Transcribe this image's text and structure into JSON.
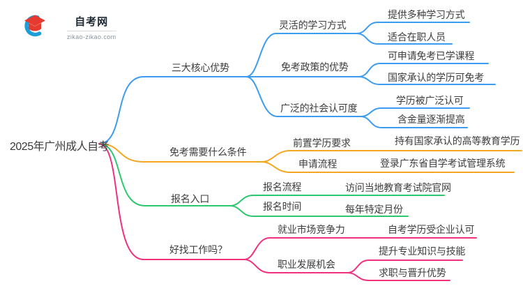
{
  "logo": {
    "title": "自考网",
    "domain": "zikao-zikao.com",
    "arc_color": "#1e9ed8",
    "cap_color": "#e6392f"
  },
  "root": {
    "label": "2025年广州成人自考"
  },
  "branches": [
    {
      "id": "core-advantages",
      "color": "#3b9cf0",
      "label": "三大核心优势",
      "children": [
        {
          "label": "灵活的学习方式",
          "children": [
            {
              "label": "提供多种学习方式"
            },
            {
              "label": "适合在职人员"
            }
          ]
        },
        {
          "label": "免考政策的优势",
          "children": [
            {
              "label": "可申请免考已学课程"
            },
            {
              "label": "国家承认的学历可免考"
            }
          ]
        },
        {
          "label": "广泛的社会认可度",
          "children": [
            {
              "label": "学历被广泛认可"
            },
            {
              "label": "含金量逐渐提高"
            }
          ]
        }
      ]
    },
    {
      "id": "exemption-conditions",
      "color": "#f5a623",
      "label": "免考需要什么条件",
      "children": [
        {
          "label": "前置学历要求",
          "children": [
            {
              "label": "持有国家承认的高等教育学历"
            }
          ]
        },
        {
          "label": "申请流程",
          "children": [
            {
              "label": "登录广东省自学考试管理系统"
            }
          ]
        }
      ]
    },
    {
      "id": "registration-entry",
      "color": "#2bc96e",
      "label": "报名入口",
      "children": [
        {
          "label": "报名流程",
          "children": [
            {
              "label": "访问当地教育考试院官网"
            }
          ]
        },
        {
          "label": "报名时间",
          "children": [
            {
              "label": "每年特定月份"
            }
          ]
        }
      ]
    },
    {
      "id": "employment",
      "color": "#f1307e",
      "label": "好找工作吗？",
      "children": [
        {
          "label": "就业市场竞争力",
          "children": [
            {
              "label": "自考学历受企业认可"
            }
          ]
        },
        {
          "label": "职业发展机会",
          "children": [
            {
              "label": "提升专业知识与技能"
            },
            {
              "label": "求职与晋升优势"
            }
          ]
        }
      ]
    }
  ]
}
